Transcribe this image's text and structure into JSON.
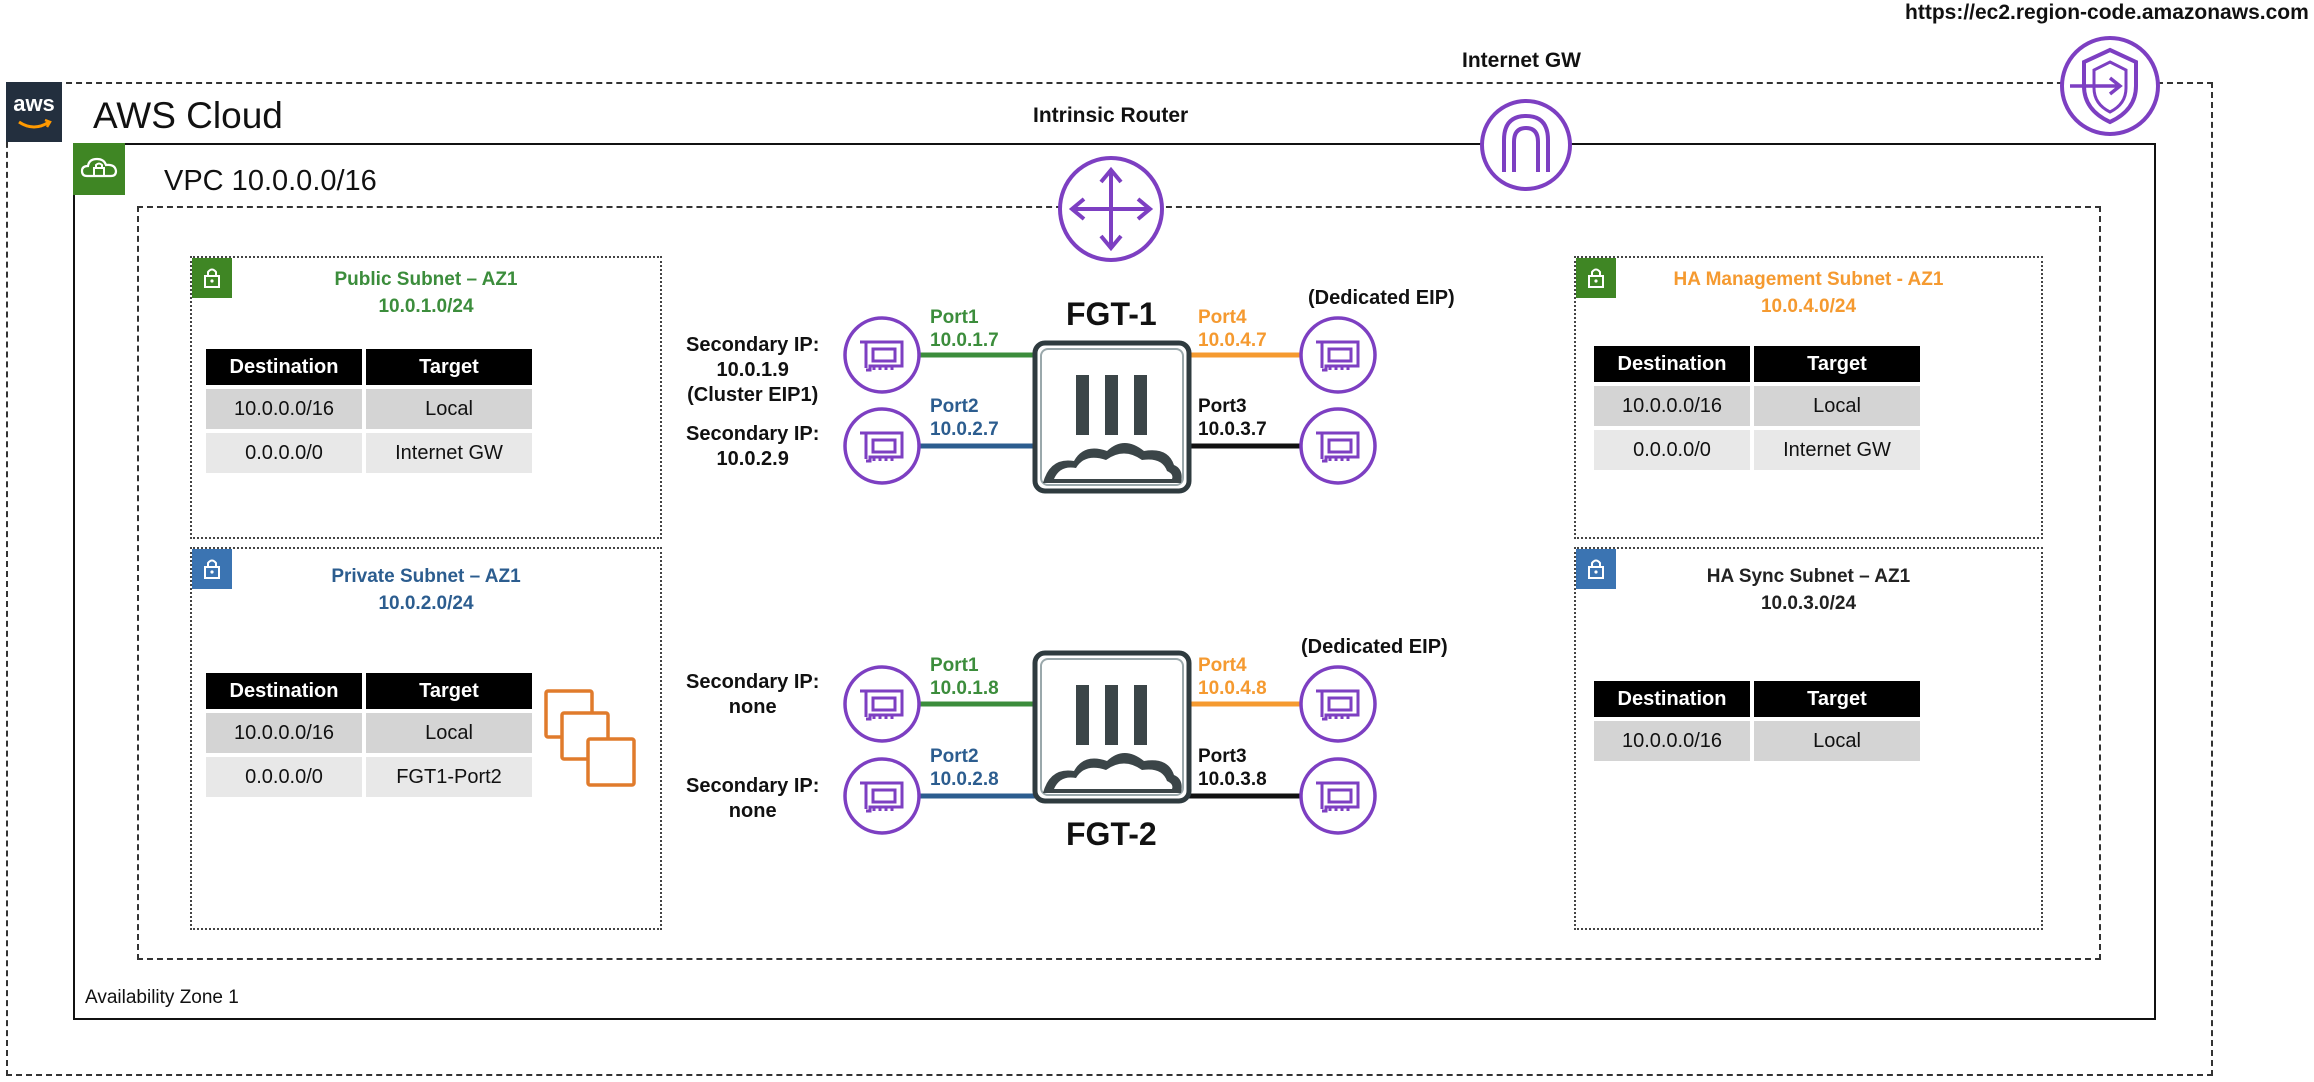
{
  "colors": {
    "purple": "#7d3fc2",
    "green": "#3c8d3c",
    "blue": "#2c5d8f",
    "orange": "#f59a30",
    "dark": "#111111",
    "ec2_orange": "#e07b2c",
    "vpc_green": "#3f8624",
    "subnet_blue": "#3b74b2"
  },
  "top": {
    "endpoint_url": "https://ec2.region-code.amazonaws.com",
    "internet_gw": "Internet GW",
    "intrinsic_router": "Intrinsic Router"
  },
  "aws": {
    "logo_text": "aws",
    "title": "AWS Cloud"
  },
  "vpc": {
    "title": "VPC  10.0.0.0/16"
  },
  "az": {
    "label": "Availability Zone 1"
  },
  "subnets": {
    "public": {
      "name": "Public Subnet – AZ1",
      "cidr": "10.0.1.0/24",
      "headers": [
        "Destination",
        "Target"
      ],
      "rows": [
        [
          "10.0.0.0/16",
          "Local"
        ],
        [
          "0.0.0.0/0",
          "Internet GW"
        ]
      ]
    },
    "private": {
      "name": "Private Subnet – AZ1",
      "cidr": "10.0.2.0/24",
      "headers": [
        "Destination",
        "Target"
      ],
      "rows": [
        [
          "10.0.0.0/16",
          "Local"
        ],
        [
          "0.0.0.0/0",
          "FGT1-Port2"
        ]
      ]
    },
    "ha_mgmt": {
      "name": "HA Management Subnet - AZ1",
      "cidr": "10.0.4.0/24",
      "headers": [
        "Destination",
        "Target"
      ],
      "rows": [
        [
          "10.0.0.0/16",
          "Local"
        ],
        [
          "0.0.0.0/0",
          "Internet GW"
        ]
      ]
    },
    "ha_sync": {
      "name": "HA Sync Subnet – AZ1",
      "cidr": "10.0.3.0/24",
      "headers": [
        "Destination",
        "Target"
      ],
      "rows": [
        [
          "10.0.0.0/16",
          "Local"
        ]
      ]
    }
  },
  "fgt1": {
    "name": "FGT-1",
    "sec_ip_port1": [
      "Secondary IP:",
      "10.0.1.9",
      "(Cluster EIP1)"
    ],
    "sec_ip_port2": [
      "Secondary IP:",
      "10.0.2.9"
    ],
    "port1": {
      "name": "Port1",
      "ip": "10.0.1.7"
    },
    "port2": {
      "name": "Port2",
      "ip": "10.0.2.7"
    },
    "port3": {
      "name": "Port3",
      "ip": "10.0.3.7"
    },
    "port4": {
      "name": "Port4",
      "ip": "10.0.4.7"
    },
    "eip": "(Dedicated EIP)"
  },
  "fgt2": {
    "name": "FGT-2",
    "sec_ip_port1": [
      "Secondary IP:",
      "none"
    ],
    "sec_ip_port2": [
      "Secondary IP:",
      "none"
    ],
    "port1": {
      "name": "Port1",
      "ip": "10.0.1.8"
    },
    "port2": {
      "name": "Port2",
      "ip": "10.0.2.8"
    },
    "port3": {
      "name": "Port3",
      "ip": "10.0.3.8"
    },
    "port4": {
      "name": "Port4",
      "ip": "10.0.4.8"
    },
    "eip": "(Dedicated EIP)"
  }
}
